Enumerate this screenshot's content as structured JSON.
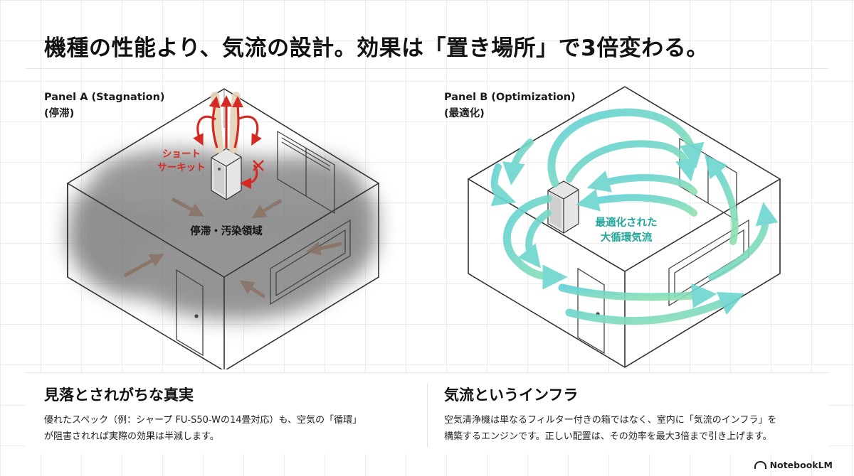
{
  "header": {
    "title": "機種の性能より、気流の設計。効果は「置き場所」で3倍変わる。"
  },
  "panel_a": {
    "label_en": "Panel A (Stagnation)",
    "label_jp": "(停滞)",
    "short_circuit_line1": "ショート",
    "short_circuit_line2": "サーキット",
    "zone_label": "停滞・汚染領域"
  },
  "panel_b": {
    "label_en": "Panel B (Optimization)",
    "label_jp": "(最適化)",
    "flow_label_line1": "最適化された",
    "flow_label_line2": "大循環気流"
  },
  "bottom_left": {
    "title": "見落とされがちな真実",
    "body_line1": "優れたスペック（例：シャープ FU-S50-Wの14畳対応）も、空気の「循環」",
    "body_line2": "が阻害されれば実際の効果は半減します。"
  },
  "bottom_right": {
    "title": "気流というインフラ",
    "body_line1": "空気清浄機は単なるフィルター付きの箱ではなく、室内に「気流のインフラ」を",
    "body_line2": "構築するエンジンです。正しい配置は、その効率を最大3倍まで引き上げます。"
  },
  "footer": {
    "brand": "NotebookLM"
  },
  "colors": {
    "stagnation_arrow": "#d42a24",
    "drift_arrow": "#8a7264",
    "flow_start": "#5fd0d8",
    "flow_end": "#8ee0b0",
    "flow_label": "#23a79b",
    "smog": "#6d6d6d"
  }
}
